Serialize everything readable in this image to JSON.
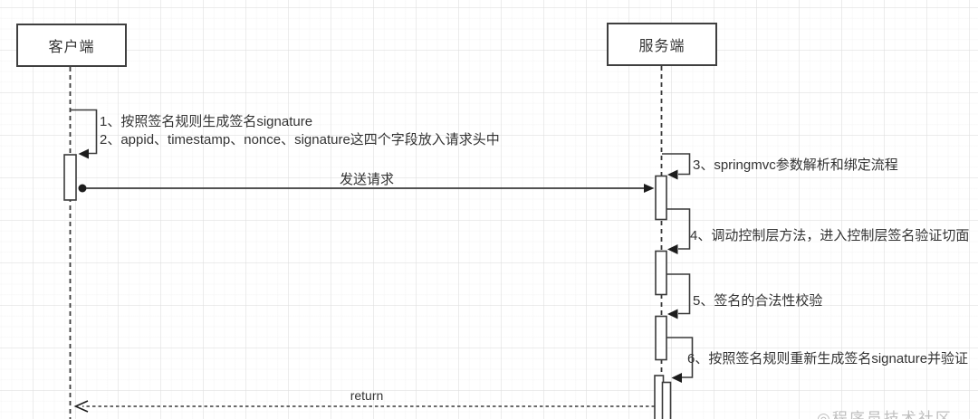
{
  "diagram": {
    "type": "uml-sequence",
    "actors": {
      "client": "客户端",
      "server": "服务端"
    },
    "client_note": {
      "line1": "1、按照签名规则生成签名signature",
      "line2": "2、appid、timestamp、nonce、signature这四个字段放入请求头中"
    },
    "messages": {
      "send_request": "发送请求",
      "return_label": "return"
    },
    "server_steps": {
      "step3": "3、springmvc参数解析和绑定流程",
      "step4": "4、调动控制层方法，进入控制层签名验证切面",
      "step5": "5、签名的合法性校验",
      "step6": "6、按照签名规则重新生成签名signature并验证"
    },
    "watermark": "◎程序员技术社区",
    "colors": {
      "line": "#3a3a3a",
      "text": "#333333",
      "background": "#ffffff",
      "grid": "#e8e8e8"
    }
  }
}
